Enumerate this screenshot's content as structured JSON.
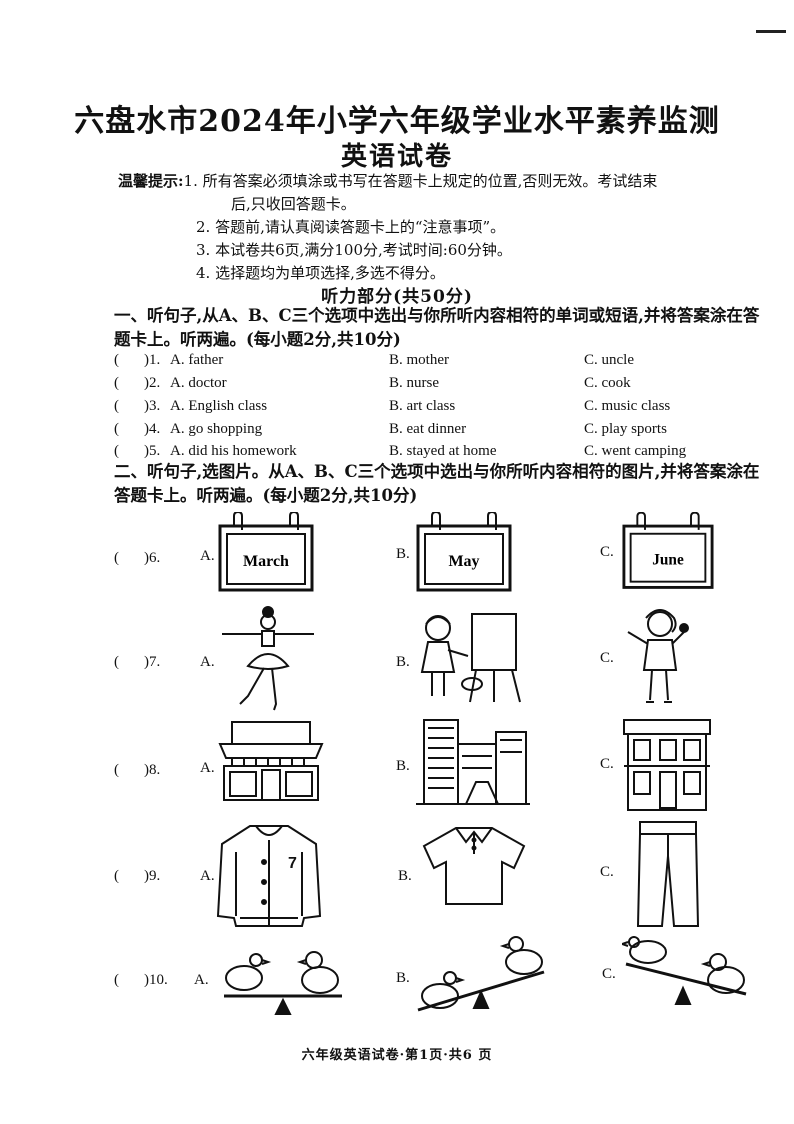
{
  "header": {
    "title": "六盘水市2024年小学六年级学业水平素养监测",
    "subtitle": "英语试卷"
  },
  "tips": {
    "label": "温馨提示:",
    "line1a": "1. 所有答案必须填涂或书写在答题卡上规定的位置,否则无效。考试结束",
    "line1b": "后,只收回答题卡。",
    "line2": "2. 答题前,请认真阅读答题卡上的“注意事项”。",
    "line3": "3. 本试卷共6页,满分100分,考试时间:60分钟。",
    "line4": "4. 选择题均为单项选择,多选不得分。"
  },
  "listening": {
    "heading": "听力部分(共50分)",
    "part1_instr": "一、听句子,从A、B、C三个选项中选出与你所听内容相符的单词或短语,并将答案涂在答题卡上。听两遍。(每小题2分,共10分)",
    "part1_questions": [
      {
        "paren": "(",
        "num": ")1.",
        "a": "A. father",
        "b": "B. mother",
        "c": "C. uncle"
      },
      {
        "paren": "(",
        "num": ")2.",
        "a": "A. doctor",
        "b": "B. nurse",
        "c": "C. cook"
      },
      {
        "paren": "(",
        "num": ")3.",
        "a": "A. English class",
        "b": "B. art class",
        "c": "C. music class"
      },
      {
        "paren": "(",
        "num": ")4.",
        "a": "A. go shopping",
        "b": "B. eat dinner",
        "c": "C. play sports"
      },
      {
        "paren": "(",
        "num": ")5.",
        "a": "A. did his homework",
        "b": "B. stayed at home",
        "c": "C. went camping"
      }
    ],
    "part2_instr": "二、听句子,选图片。从A、B、C三个选项中选出与你所听内容相符的图片,并将答案涂在答题卡上。听两遍。(每小题2分,共10分)",
    "part2_questions": [
      {
        "paren": "(",
        "num": ")6.",
        "a": "A.",
        "b": "B.",
        "c": "C.",
        "cal_a": "March",
        "cal_b": "May",
        "cal_c": "June"
      },
      {
        "paren": "(",
        "num": ")7.",
        "a": "A.",
        "b": "B.",
        "c": "C."
      },
      {
        "paren": "(",
        "num": ")8.",
        "a": "A.",
        "b": "B.",
        "c": "C."
      },
      {
        "paren": "(",
        "num": ")9.",
        "a": "A.",
        "b": "B.",
        "c": "C."
      },
      {
        "paren": "(",
        "num": ")10.",
        "a": "A.",
        "b": "B.",
        "c": "C."
      }
    ]
  },
  "footer": "六年级英语试卷·第1页·共6 页"
}
